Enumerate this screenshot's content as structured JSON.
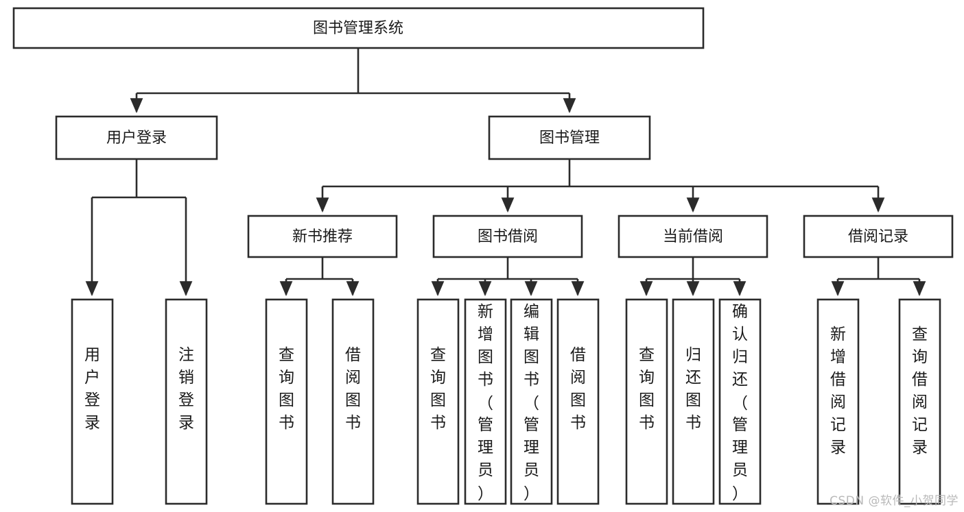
{
  "diagram": {
    "type": "tree-hierarchy",
    "title": "图书管理系统",
    "orientation": "top-down",
    "colors": {
      "box_stroke": "#2b2b2b",
      "box_fill": "#ffffff",
      "edge": "#2b2b2b",
      "text": "#1a1a1a",
      "watermark": "#b9b9b9",
      "background": "#ffffff"
    },
    "levels": {
      "root": {
        "label": "图书管理系统"
      },
      "level2": [
        {
          "label": "用户登录"
        },
        {
          "label": "图书管理"
        }
      ],
      "level3": [
        {
          "label": "新书推荐"
        },
        {
          "label": "图书借阅"
        },
        {
          "label": "当前借阅"
        },
        {
          "label": "借阅记录"
        }
      ],
      "leaves_user_login": [
        {
          "label": "用户登录"
        },
        {
          "label": "注销登录"
        }
      ],
      "leaves_new_book": [
        {
          "label": "查询图书"
        },
        {
          "label": "借阅图书"
        }
      ],
      "leaves_borrow": [
        {
          "label": "查询图书"
        },
        {
          "label": "新增图书（管理员）"
        },
        {
          "label": "编辑图书（管理员）"
        },
        {
          "label": "借阅图书"
        }
      ],
      "leaves_current": [
        {
          "label": "查询图书"
        },
        {
          "label": "归还图书"
        },
        {
          "label": "确认归还（管理员）"
        }
      ],
      "leaves_record": [
        {
          "label": "新增借阅记录"
        },
        {
          "label": "查询借阅记录"
        }
      ]
    }
  },
  "watermark": {
    "text": "CSDN @软件_小贺同学"
  }
}
